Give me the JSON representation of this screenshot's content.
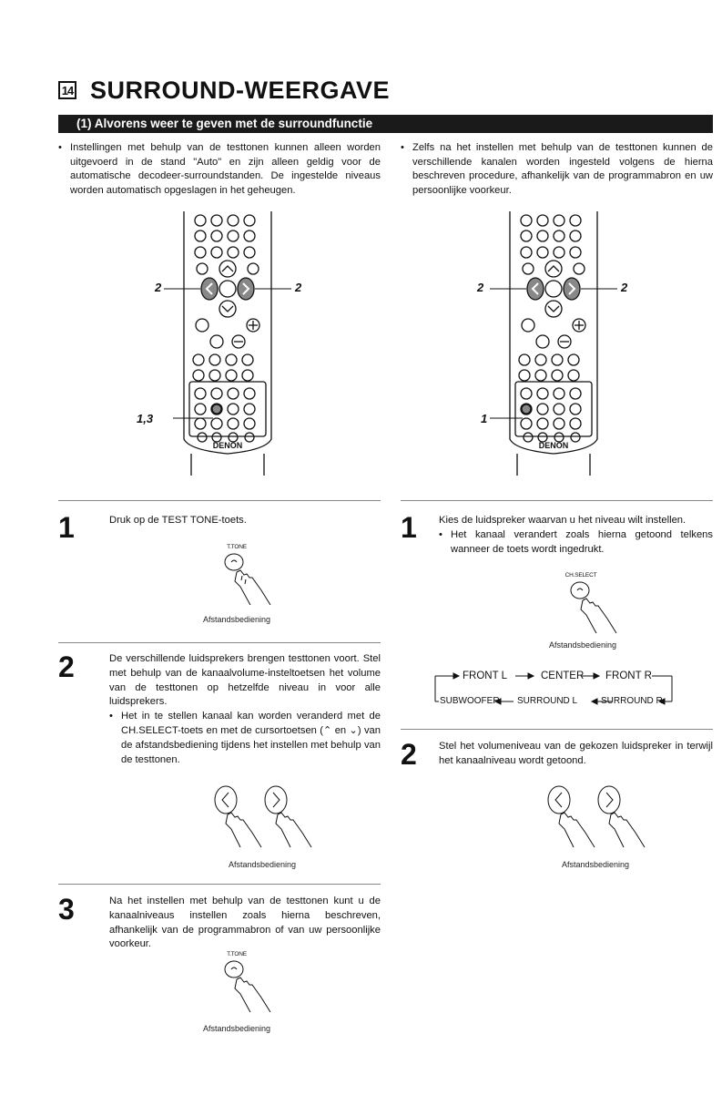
{
  "header": {
    "section_number": "14",
    "title": "SURROUND-WEERGAVE",
    "banner": "(1) Alvorens weer te geven met de surroundfunctie"
  },
  "intro": {
    "left_bullet": "Instellingen met behulp van de testtonen kunnen alleen worden uitgevoerd in de stand \"Auto\" en zijn alleen geldig voor de automatische decodeer-surroundstanden. De ingestelde niveaus worden automatisch opgeslagen in het geheugen.",
    "right_bullet": "Zelfs na het instellen met behulp van de testtonen kunnen de verschillende kanalen worden ingesteld volgens de hierna beschreven procedure, afhankelijk van de programmabron en uw persoonlijke voorkeur."
  },
  "remote_left": {
    "callout_left": "2",
    "callout_right": "2",
    "callout_bottom": "1,3",
    "brand": "DENON"
  },
  "remote_right": {
    "callout_left": "2",
    "callout_right": "2",
    "callout_bottom": "1",
    "brand": "DENON"
  },
  "left_steps": [
    {
      "number": "1",
      "text": "Druk op de TEST TONE-toets.",
      "button_label": "T.TONE",
      "caption": "Afstandsbediening"
    },
    {
      "number": "2",
      "text": "De verschillende luidsprekers brengen testtonen voort. Stel met behulp van de kanaalvolume-insteltoetsen het volume van de testtonen op hetzelfde niveau in voor alle luidsprekers.",
      "sub": "Het in te stellen kanaal kan worden veranderd met de CH.SELECT-toets en met de cursortoetsen (⌃ en ⌄) van de afstandsbediening tijdens het instellen met behulp van de testtonen.",
      "caption": "Afstandsbediening"
    },
    {
      "number": "3",
      "text": "Na het instellen met behulp van de testtonen kunt u de kanaalniveaus instellen zoals hierna beschreven, afhankelijk van de programmabron of van uw persoonlijke voorkeur.",
      "button_label": "T.TONE",
      "caption": "Afstandsbediening"
    }
  ],
  "right_steps": [
    {
      "number": "1",
      "text": "Kies de luidspreker waarvan u het niveau wilt instellen.",
      "sub": "Het kanaal verandert zoals hierna getoond telkens wanneer de toets wordt ingedrukt.",
      "button_label": "CH.SELECT",
      "caption": "Afstandsbediening",
      "sequence": {
        "front_l": "FRONT L",
        "center": "CENTER",
        "front_r": "FRONT R",
        "subwoofer": "SUBWOOFER",
        "surround_l": "SURROUND L",
        "surround_r": "SURROUND R"
      }
    },
    {
      "number": "2",
      "text": "Stel het volumeniveau van de gekozen luidspreker in terwijl het kanaalniveau wordt getoond.",
      "caption": "Afstandsbediening"
    }
  ]
}
